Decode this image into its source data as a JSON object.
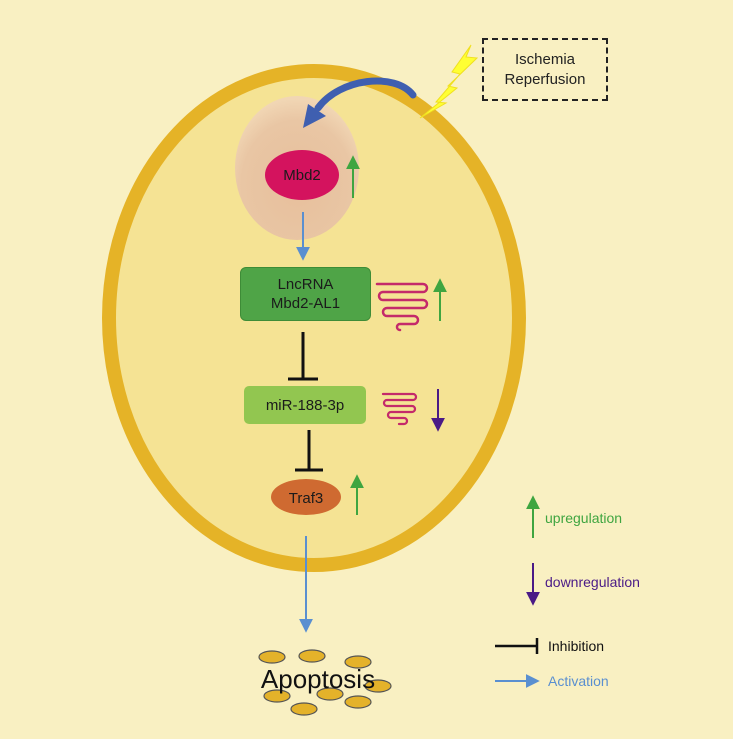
{
  "stimulus": {
    "line1": "Ischemia",
    "line2": "Reperfusion"
  },
  "nodes": {
    "mbd2": "Mbd2",
    "lncrna_line1": "LncRNA",
    "lncrna_line2": "Mbd2-AL1",
    "mirna": "miR-188-3p",
    "traf3": "Traf3",
    "outcome": "Apoptosis"
  },
  "regulation": {
    "mbd2": "up",
    "lncrna": "up",
    "mirna": "down",
    "traf3": "up"
  },
  "legend": {
    "up_label": "upregulation",
    "down_label": "downregulation",
    "inhibition_label": "Inhibition",
    "activation_label": "Activation"
  },
  "colors": {
    "background": "#f9f0c2",
    "cell_fill": "#f5e394",
    "cell_border": "#e5b327",
    "nucleus": "#e9c3a0",
    "mbd2": "#d4135e",
    "lncrna": "#4fa447",
    "mirna": "#92c650",
    "traf3": "#cf6a31",
    "up_arrow": "#3fa540",
    "down_arrow": "#4a1a86",
    "activation": "#5a8fd0",
    "inhibition": "#111111",
    "rna_squiggle": "#c42a6a",
    "lightning": "#ffff33",
    "apoptotic_body": "#e4b22a"
  }
}
